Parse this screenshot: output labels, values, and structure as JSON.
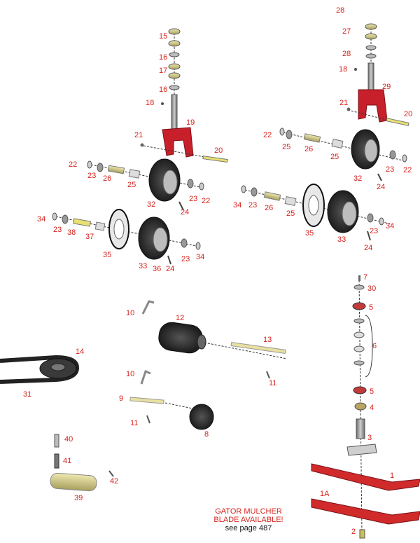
{
  "diagram": {
    "note": {
      "line1": "GATOR MULCHER",
      "line2": "BLADE AVAILABLE!",
      "line3": "see page 487"
    },
    "colors": {
      "callout": "#d6231e",
      "fork": "#c8202a",
      "blade": "#d02a2a",
      "tire": "#2a2a2a"
    },
    "callouts": [
      {
        "id": "c15a",
        "text": "15"
      },
      {
        "id": "c16a",
        "text": "16"
      },
      {
        "id": "c17",
        "text": "17"
      },
      {
        "id": "c16b",
        "text": "16"
      },
      {
        "id": "c18a",
        "text": "18"
      },
      {
        "id": "c19",
        "text": "19"
      },
      {
        "id": "c21a",
        "text": "21"
      },
      {
        "id": "c20a",
        "text": "20"
      },
      {
        "id": "c22a",
        "text": "22"
      },
      {
        "id": "c23a",
        "text": "23"
      },
      {
        "id": "c26a",
        "text": "26"
      },
      {
        "id": "c25a",
        "text": "25"
      },
      {
        "id": "c32a",
        "text": "32"
      },
      {
        "id": "c23b",
        "text": "23"
      },
      {
        "id": "c22b",
        "text": "22"
      },
      {
        "id": "c24a",
        "text": "24"
      },
      {
        "id": "c34a",
        "text": "34"
      },
      {
        "id": "c23c",
        "text": "23"
      },
      {
        "id": "c38",
        "text": "38"
      },
      {
        "id": "c37",
        "text": "37"
      },
      {
        "id": "c35a",
        "text": "35"
      },
      {
        "id": "c33a",
        "text": "33"
      },
      {
        "id": "c36",
        "text": "36"
      },
      {
        "id": "c24b",
        "text": "24"
      },
      {
        "id": "c23d",
        "text": "23"
      },
      {
        "id": "c34b",
        "text": "34"
      },
      {
        "id": "c28a",
        "text": "28"
      },
      {
        "id": "c27",
        "text": "27"
      },
      {
        "id": "c28b",
        "text": "28"
      },
      {
        "id": "c18b",
        "text": "18"
      },
      {
        "id": "c29",
        "text": "29"
      },
      {
        "id": "c21b",
        "text": "21"
      },
      {
        "id": "c20b",
        "text": "20"
      },
      {
        "id": "c22c",
        "text": "22"
      },
      {
        "id": "c25b",
        "text": "25"
      },
      {
        "id": "c26b",
        "text": "26"
      },
      {
        "id": "c25c",
        "text": "25"
      },
      {
        "id": "c32b",
        "text": "32"
      },
      {
        "id": "c23e",
        "text": "23"
      },
      {
        "id": "c22d",
        "text": "22"
      },
      {
        "id": "c24c",
        "text": "24"
      },
      {
        "id": "c34c",
        "text": "34"
      },
      {
        "id": "c23f",
        "text": "23"
      },
      {
        "id": "c26c",
        "text": "26"
      },
      {
        "id": "c25d",
        "text": "25"
      },
      {
        "id": "c35b",
        "text": "35"
      },
      {
        "id": "c33b",
        "text": "33"
      },
      {
        "id": "c23g",
        "text": "23"
      },
      {
        "id": "c34d",
        "text": "34"
      },
      {
        "id": "c24d",
        "text": "24"
      },
      {
        "id": "c10a",
        "text": "10"
      },
      {
        "id": "c12",
        "text": "12"
      },
      {
        "id": "c13",
        "text": "13"
      },
      {
        "id": "c11a",
        "text": "11"
      },
      {
        "id": "c14",
        "text": "14"
      },
      {
        "id": "c31",
        "text": "31"
      },
      {
        "id": "c10b",
        "text": "10"
      },
      {
        "id": "c9",
        "text": "9"
      },
      {
        "id": "c11b",
        "text": "11"
      },
      {
        "id": "c8",
        "text": "8"
      },
      {
        "id": "c40",
        "text": "40"
      },
      {
        "id": "c41",
        "text": "41"
      },
      {
        "id": "c42",
        "text": "42"
      },
      {
        "id": "c39",
        "text": "39"
      },
      {
        "id": "c7",
        "text": "7"
      },
      {
        "id": "c30",
        "text": "30"
      },
      {
        "id": "c5a",
        "text": "5"
      },
      {
        "id": "c6",
        "text": "6"
      },
      {
        "id": "c5b",
        "text": "5"
      },
      {
        "id": "c4",
        "text": "4"
      },
      {
        "id": "c3",
        "text": "3"
      },
      {
        "id": "c1",
        "text": "1"
      },
      {
        "id": "c1A",
        "text": "1A"
      },
      {
        "id": "c2",
        "text": "2"
      }
    ]
  }
}
